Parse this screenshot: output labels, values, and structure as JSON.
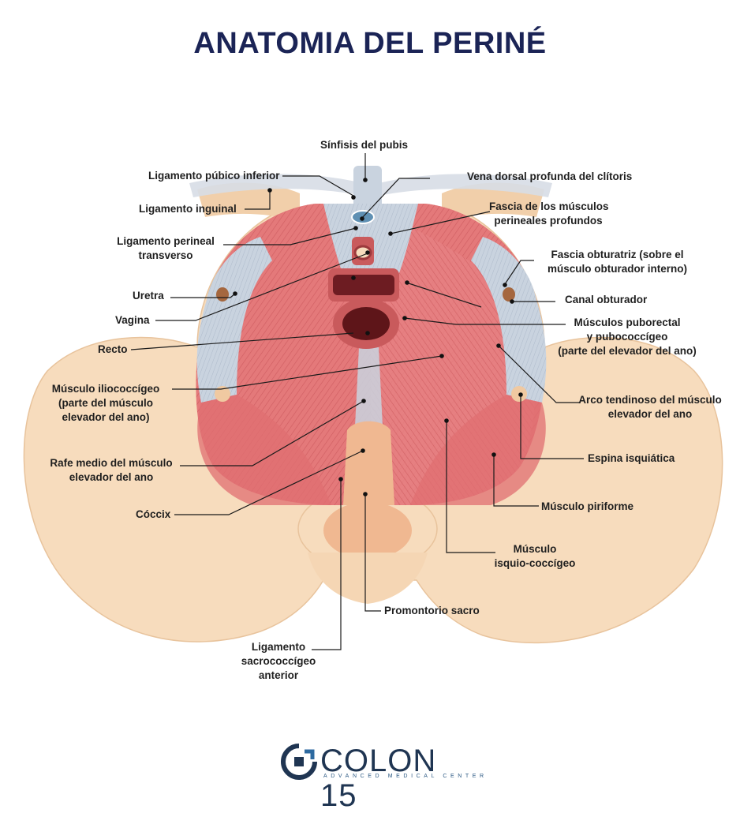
{
  "title": "ANATOMIA DEL PERINÉ",
  "labels": {
    "sinfisis": "Sínfisis del pubis",
    "lig_pubico": "Ligamento púbico inferior",
    "vena_dorsal": "Vena dorsal profunda del clítoris",
    "lig_inguinal": "Ligamento inguinal",
    "fascia_prof_1": "Fascia de los músculos",
    "fascia_prof_2": "perineales profundos",
    "lig_perineal_1": "Ligamento perineal",
    "lig_perineal_2": "transverso",
    "fascia_obt_1": "Fascia obturatriz (sobre el",
    "fascia_obt_2": "músculo obturador interno)",
    "uretra": "Uretra",
    "canal_obt": "Canal obturador",
    "vagina": "Vagina",
    "puborectal_1": "Músculos puborectal",
    "puborectal_2": "y pubococcígeo",
    "puborectal_3": "(parte del elevador del ano)",
    "recto": "Recto",
    "iliococ_1": "Músculo iliococcígeo",
    "iliococ_2": "(parte del músculo",
    "iliococ_3": "elevador del ano)",
    "arco_1": "Arco tendinoso del músculo",
    "arco_2": "elevador del ano",
    "rafe_1": "Rafe medio del músculo",
    "rafe_2": "elevador del ano",
    "espina": "Espina isquiática",
    "coccix": "Cóccix",
    "piriforme": "Músculo piriforme",
    "isquio_1": "Músculo",
    "isquio_2": "isquio-coccígeo",
    "promontorio": "Promontorio sacro",
    "lig_sacro_1": "Ligamento",
    "lig_sacro_2": "sacrococcígeo",
    "lig_sacro_3": "anterior"
  },
  "logo": {
    "name": "COLON 15",
    "tagline": "ADVANCED MEDICAL CENTER"
  },
  "colors": {
    "title": "#1b2456",
    "bone": "#f7dcbd",
    "muscle": "#e4797a",
    "fascia": "#c9d3df",
    "logo": "#1f3552"
  }
}
